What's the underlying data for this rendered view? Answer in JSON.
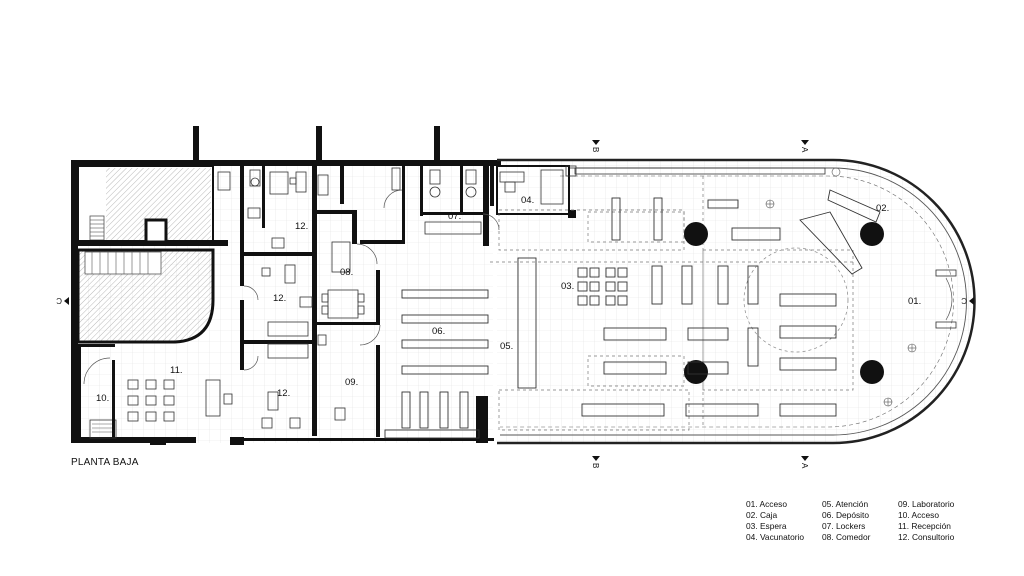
{
  "plan": {
    "title": "PLANTA BAJA",
    "room_numbers": {
      "r01": "01.",
      "r02": "02.",
      "r03": "03.",
      "r04": "04.",
      "r05": "05.",
      "r06": "06.",
      "r07": "07.",
      "r08": "08.",
      "r09": "09.",
      "r10": "10.",
      "r11": "11.",
      "r12a": "12.",
      "r12b": "12.",
      "r12c": "12."
    },
    "section_marks": {
      "a_top": "A",
      "a_bottom": "A",
      "b_top": "B",
      "b_bottom": "B",
      "c_left": "C",
      "c_right": "C"
    }
  },
  "legend": {
    "items": [
      "01. Acceso",
      "05. Atención",
      "09. Laboratorio",
      "02. Caja",
      "06. Depósito",
      "10. Acceso",
      "03. Espera",
      "07. Lockers",
      "11. Recepción",
      "04. Vacunatorio",
      "08. Comedor",
      "12. Consultorio"
    ]
  },
  "colors": {
    "wall": "#111111",
    "line": "#333333",
    "grid": "#e2e2e2",
    "hatch": "#9a9a9a"
  }
}
